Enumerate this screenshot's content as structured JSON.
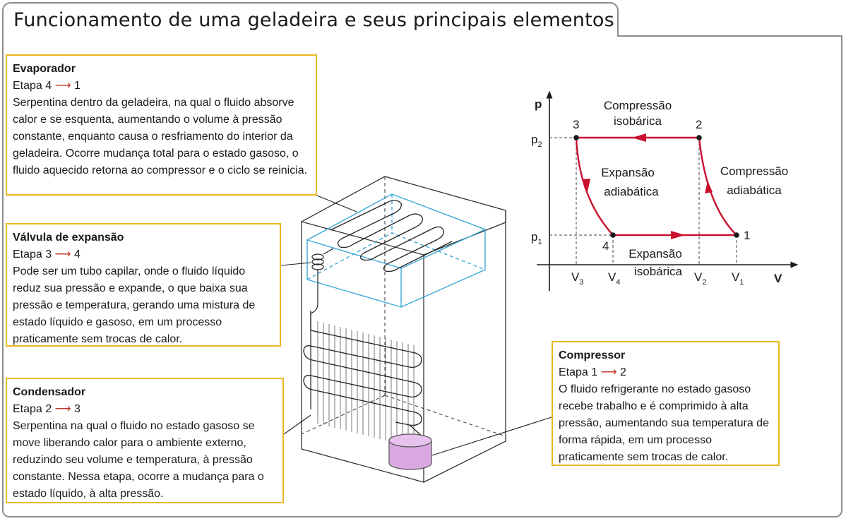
{
  "title": "Funcionamento de uma geladeira e seus principais elementos",
  "boxes": {
    "evaporador": {
      "heading": "Evaporador",
      "stage_prefix": "Etapa 4",
      "stage_arrow": "⟶",
      "stage_suffix": "1",
      "text": "Serpentina dentro da geladeira, na qual o fluido absorve calor e se esquenta, aumentando o volume à pressão constante, enquanto causa o resfriamento do interior da geladeira. Ocorre mudança total para o estado gasoso, o fluido aquecido retorna ao compressor e o ciclo se reinicia."
    },
    "valvula": {
      "heading": "Válvula de expansão",
      "stage_prefix": "Etapa 3",
      "stage_arrow": "⟶",
      "stage_suffix": "4",
      "text": "Pode ser um tubo capilar, onde o fluido líquido reduz sua pressão e expande, o que baixa sua pressão e temperatura, gerando uma mistura de estado líquido e gasoso, em um processo praticamente sem trocas de calor."
    },
    "condensador": {
      "heading": "Condensador",
      "stage_prefix": "Etapa 2",
      "stage_arrow": "⟶",
      "stage_suffix": "3",
      "text": "Serpentina na qual o fluido no estado gasoso se move liberando calor para o ambiente externo, reduzindo seu volume e temperatura, à pressão constante. Nessa etapa, ocorre a mudança para o estado líquido, à alta pressão."
    },
    "compressor": {
      "heading": "Compressor",
      "stage_prefix": "Etapa 1",
      "stage_arrow": "⟶",
      "stage_suffix": "2",
      "text": "O fluido refrigerante no estado gasoso recebe trabalho e é comprimido à alta pressão, aumentando sua temperatura de forma rápida, em um processo praticamente sem trocas de calor."
    }
  },
  "graph": {
    "axis_y": "p",
    "axis_x": "V",
    "p2": "p",
    "p2_sub": "2",
    "p1": "p",
    "p1_sub": "1",
    "v_labels": [
      {
        "base": "V",
        "sub": "3"
      },
      {
        "base": "V",
        "sub": "4"
      },
      {
        "base": "V",
        "sub": "2"
      },
      {
        "base": "V",
        "sub": "1"
      }
    ],
    "points": [
      "3",
      "2",
      "4",
      "1"
    ],
    "compressao_isobarica": [
      "Compressão",
      "isobárica"
    ],
    "compressao_adiabatica": [
      "Compressão",
      "adiabática"
    ],
    "expansao_adiabatica": [
      "Expansão",
      "adiabática"
    ],
    "expansao_isobarica": [
      "Expansão",
      "isobárica"
    ]
  },
  "colors": {
    "box_border": "#e8b822",
    "cycle": "#c8102e",
    "freezer": "#3aa8d8",
    "compressor": "#d9a8e0",
    "frame": "#8c8c8c"
  }
}
